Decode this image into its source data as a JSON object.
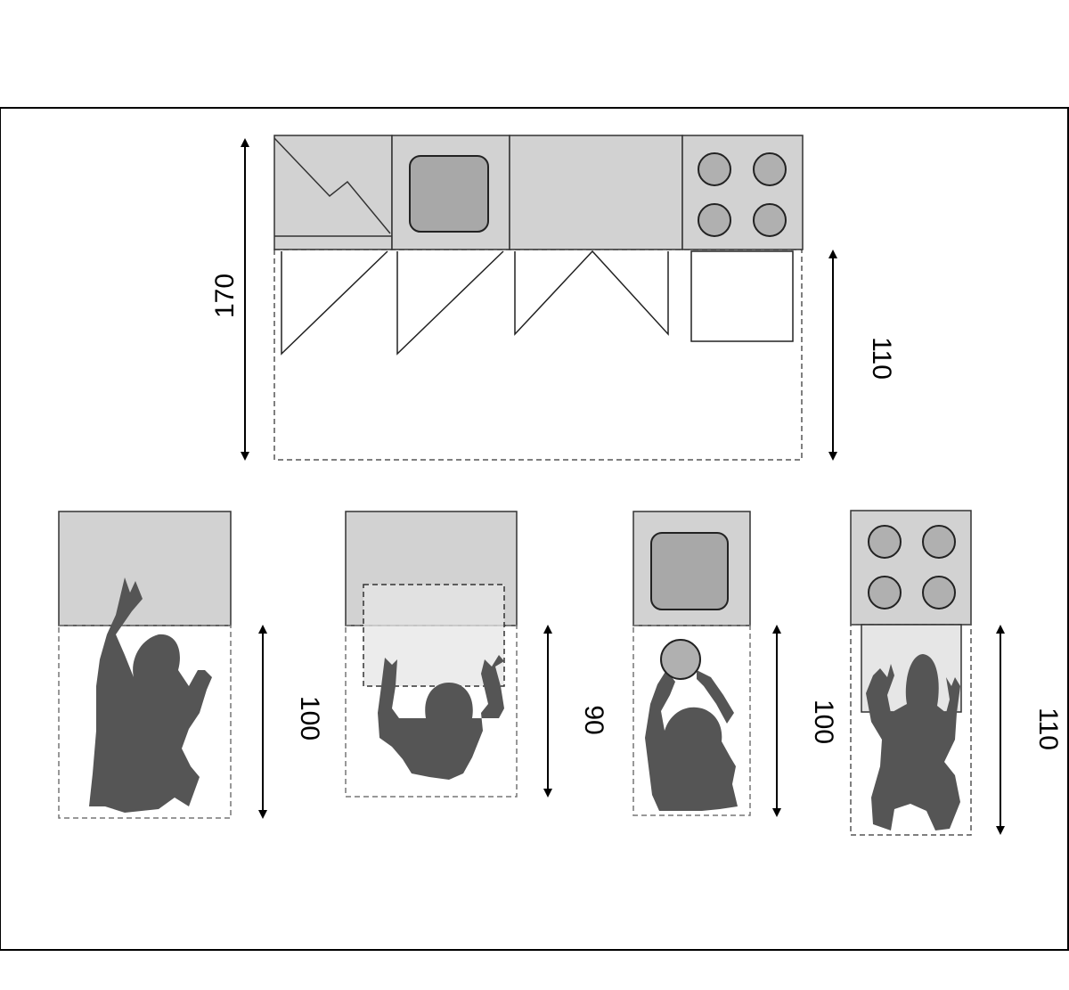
{
  "dimensions": {
    "overall_depth": "170",
    "front_clearance": "110",
    "counter_clearance": "100",
    "cabinet_clearance": "90",
    "sink_clearance": "100",
    "hob_clearance": "110"
  },
  "colors": {
    "frame": "#000000",
    "countertop": "#d2d2d2",
    "sink_basin": "#a8a8a8",
    "burner": "#b0b0b0",
    "figure": "#555555",
    "door_fill": "#eeeeee",
    "dashed_zone": "#777777"
  },
  "icons": {
    "figure": "person-figure-icon",
    "sink": "sink-icon",
    "hob": "hob-icon",
    "arrow": "double-arrow-icon"
  }
}
